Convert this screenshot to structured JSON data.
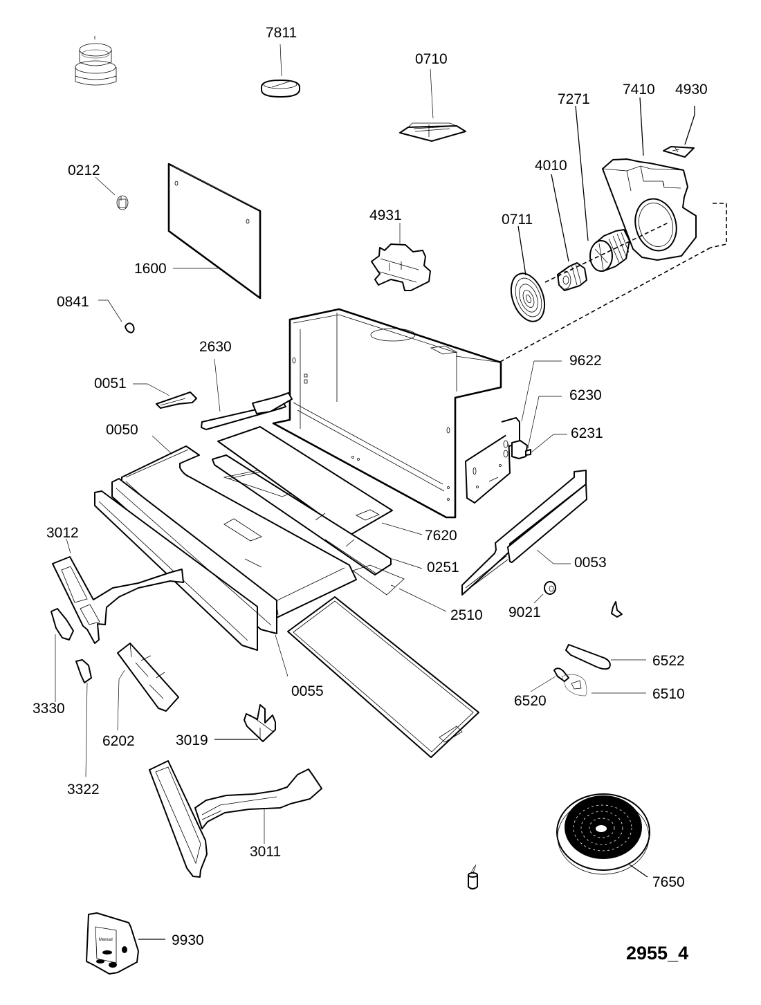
{
  "diagram": {
    "type": "exploded-parts-diagram",
    "drawing_code": "2955_4",
    "parts": [
      {
        "id": "7811",
        "label": "7811"
      },
      {
        "id": "0710",
        "label": "0710"
      },
      {
        "id": "7271",
        "label": "7271"
      },
      {
        "id": "7410",
        "label": "7410"
      },
      {
        "id": "4930",
        "label": "4930"
      },
      {
        "id": "0212",
        "label": "0212"
      },
      {
        "id": "4010",
        "label": "4010"
      },
      {
        "id": "4931",
        "label": "4931"
      },
      {
        "id": "0711",
        "label": "0711"
      },
      {
        "id": "1600",
        "label": "1600"
      },
      {
        "id": "0841",
        "label": "0841"
      },
      {
        "id": "2630",
        "label": "2630"
      },
      {
        "id": "9622",
        "label": "9622"
      },
      {
        "id": "0051",
        "label": "0051"
      },
      {
        "id": "6230",
        "label": "6230"
      },
      {
        "id": "0050",
        "label": "0050"
      },
      {
        "id": "6231",
        "label": "6231"
      },
      {
        "id": "3012",
        "label": "3012"
      },
      {
        "id": "7620",
        "label": "7620"
      },
      {
        "id": "0053",
        "label": "0053"
      },
      {
        "id": "0251",
        "label": "0251"
      },
      {
        "id": "2510",
        "label": "2510"
      },
      {
        "id": "9021",
        "label": "9021"
      },
      {
        "id": "6522",
        "label": "6522"
      },
      {
        "id": "0055",
        "label": "0055"
      },
      {
        "id": "3330",
        "label": "3330"
      },
      {
        "id": "6520",
        "label": "6520"
      },
      {
        "id": "6510",
        "label": "6510"
      },
      {
        "id": "6202",
        "label": "6202"
      },
      {
        "id": "3019",
        "label": "3019"
      },
      {
        "id": "3322",
        "label": "3322"
      },
      {
        "id": "3011",
        "label": "3011"
      },
      {
        "id": "7650",
        "label": "7650"
      },
      {
        "id": "9930",
        "label": "9930"
      }
    ],
    "manual_bag_text": "Manual"
  }
}
